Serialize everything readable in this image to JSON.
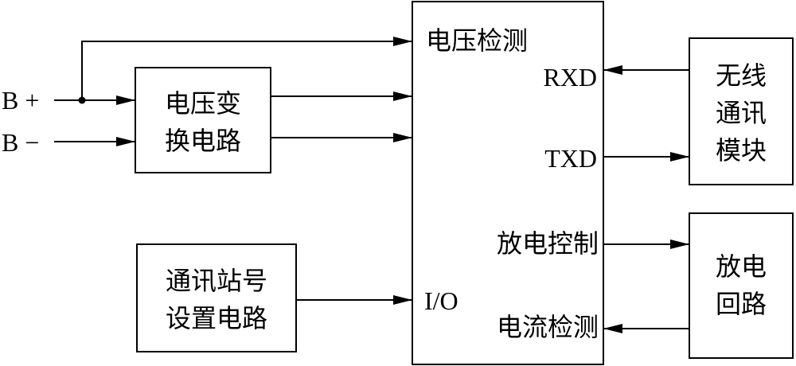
{
  "terminals": {
    "b_plus": "B +",
    "b_minus": "B −"
  },
  "converter": {
    "line1": "电压变",
    "line2": "换电路"
  },
  "station": {
    "line1": "通讯站号",
    "line2": "设置电路"
  },
  "controller": {
    "voltage_detect": "电压检测",
    "rxd": "RXD",
    "txd": "TXD",
    "discharge_control": "放电控制",
    "io": "I/O",
    "current_detect": "电流检测"
  },
  "wireless": {
    "line1": "无线",
    "line2": "通讯",
    "line3": "模块"
  },
  "discharge": {
    "line1": "放电",
    "line2": "回路"
  },
  "colors": {
    "stroke": "#000000",
    "background": "#ffffff"
  }
}
